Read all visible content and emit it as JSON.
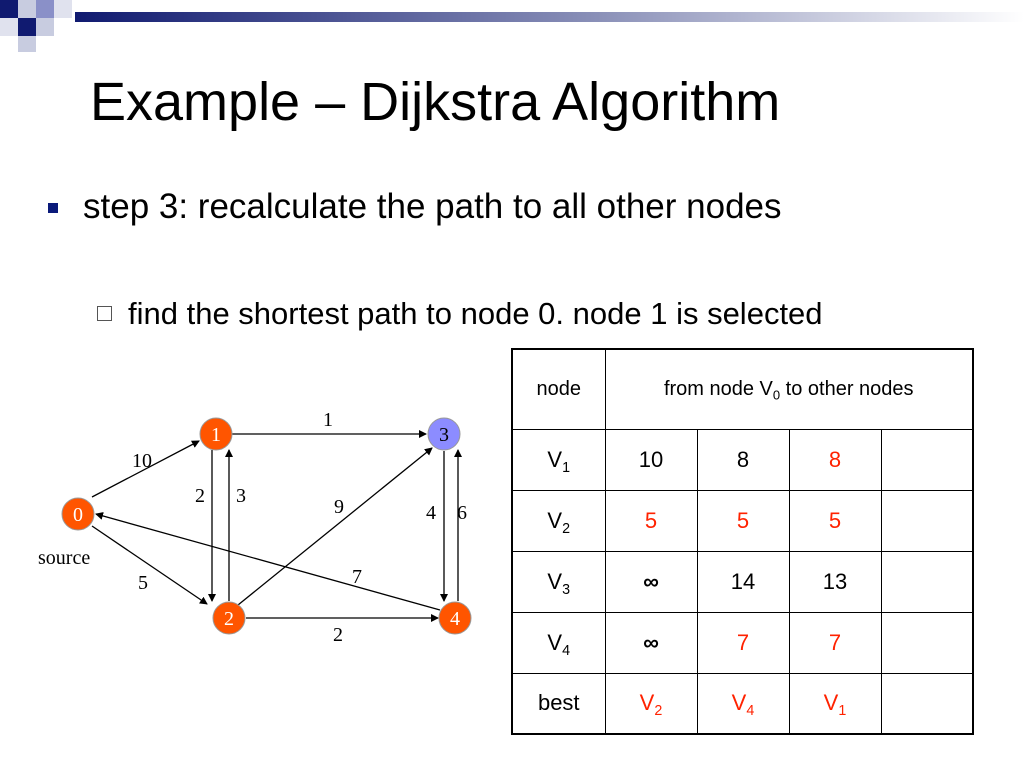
{
  "slide": {
    "title": "Example – Dijkstra Algorithm",
    "bullet": "step 3: recalculate the path to all other nodes",
    "sub_bullet": "find the shortest path to node 0. node 1 is selected"
  },
  "graph": {
    "nodes": [
      {
        "id": "0",
        "label": "0",
        "fill": "#ff5500"
      },
      {
        "id": "1",
        "label": "1",
        "fill": "#ff5500"
      },
      {
        "id": "2",
        "label": "2",
        "fill": "#ff5500"
      },
      {
        "id": "3",
        "label": "3",
        "fill": "#8c8cff"
      },
      {
        "id": "4",
        "label": "4",
        "fill": "#ff5500"
      }
    ],
    "source_label": "source",
    "edges": [
      {
        "from": "0",
        "to": "1",
        "weight": "10"
      },
      {
        "from": "0",
        "to": "2",
        "weight": "5"
      },
      {
        "from": "1",
        "to": "3",
        "weight": "1"
      },
      {
        "from": "1",
        "to": "2",
        "weight": "2"
      },
      {
        "from": "2",
        "to": "1",
        "weight": "3"
      },
      {
        "from": "2",
        "to": "3",
        "weight": "9"
      },
      {
        "from": "3",
        "to": "4",
        "weight": "4"
      },
      {
        "from": "4",
        "to": "3",
        "weight": "6"
      },
      {
        "from": "4",
        "to": "0",
        "weight": "7"
      },
      {
        "from": "2",
        "to": "4",
        "weight": "2"
      }
    ]
  },
  "table": {
    "header_node": "node",
    "header_from_pre": "from node V",
    "header_from_sub": "0",
    "header_from_post": " to other nodes",
    "rows": [
      {
        "label": "V",
        "sub": "1",
        "cells": [
          {
            "text": "10",
            "red": false
          },
          {
            "text": "8",
            "red": false
          },
          {
            "text": "8",
            "red": true
          },
          {
            "text": "",
            "red": false
          }
        ]
      },
      {
        "label": "V",
        "sub": "2",
        "cells": [
          {
            "text": "5",
            "red": true
          },
          {
            "text": "5",
            "red": true
          },
          {
            "text": "5",
            "red": true
          },
          {
            "text": "",
            "red": false
          }
        ]
      },
      {
        "label": "V",
        "sub": "3",
        "cells": [
          {
            "text": "∞",
            "red": false
          },
          {
            "text": "14",
            "red": false
          },
          {
            "text": "13",
            "red": false
          },
          {
            "text": "",
            "red": false
          }
        ]
      },
      {
        "label": "V",
        "sub": "4",
        "cells": [
          {
            "text": "∞",
            "red": false
          },
          {
            "text": "7",
            "red": true
          },
          {
            "text": "7",
            "red": true
          },
          {
            "text": "",
            "red": false
          }
        ]
      }
    ],
    "best_label": "best",
    "best": [
      {
        "label": "V",
        "sub": "2"
      },
      {
        "label": "V",
        "sub": "4"
      },
      {
        "label": "V",
        "sub": "1"
      },
      {
        "label": "",
        "sub": ""
      }
    ]
  },
  "colors": {
    "highlight": "#ff2200",
    "node_orange": "#ff5500",
    "node_selected": "#8c8cff",
    "bullet": "#0a1a7a"
  }
}
